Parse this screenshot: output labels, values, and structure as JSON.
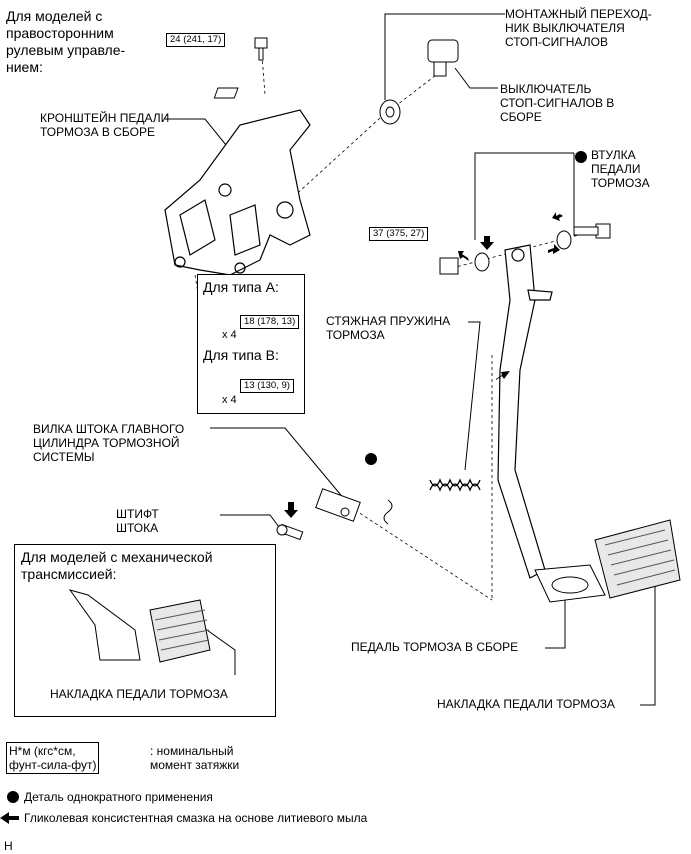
{
  "labels": {
    "rhd_models": "Для моделей с\nправосторонним\nрулевым управле-\nнием:",
    "pedal_bracket": "КРОНШТЕЙН ПЕДАЛИ\nТОРМОЗА В СБОРЕ",
    "switch_adapter": "МОНТАЖНЫЙ ПЕРЕХОД-\nНИК ВЫКЛЮЧАТЕЛЯ\nСТОП-СИГНАЛОВ",
    "stop_switch": "ВЫКЛЮЧАТЕЛЬ\nСТОП-СИГНАЛОВ В\nСБОРЕ",
    "pedal_bushing": "ВТУЛКА\nПЕДАЛИ\nТОРМОЗА",
    "return_spring": "СТЯЖНАЯ ПРУЖИНА\nТОРМОЗА",
    "push_rod_clevis": "ВИЛКА ШТОКА ГЛАВНОГО\nЦИЛИНДРА ТОРМОЗНОЙ\nСИСТЕМЫ",
    "push_rod_pin": "ШТИФТ\nШТОКА",
    "mt_models": "Для моделей с механической\nтрансмиссией:",
    "pedal_pad_mt": "НАКЛАДКА ПЕДАЛИ ТОРМОЗА",
    "pedal_assy": "ПЕДАЛЬ ТОРМОЗА В СБОРЕ",
    "pedal_pad": "НАКЛАДКА ПЕДАЛИ ТОРМОЗА",
    "type_a": "Для типа А:",
    "type_b": "Для типа В:",
    "x4_a": "x 4",
    "x4_b": "x 4",
    "figure_code": "H"
  },
  "torques": {
    "bracket_bolt": "24 (241, 17)",
    "pivot_nut": "37 (375, 27)",
    "type_a_nut": "18 (178, 13)",
    "type_b_nut": "13 (130, 9)"
  },
  "legend": {
    "torque_units": "Н*м (кгс*см,\nфунт-сила-фут)",
    "torque_desc": ": номинальный\nмомент затяжки",
    "non_reusable": "Деталь однократного применения",
    "grease": "Гликолевая консистентная смазка на основе литиевого мыла"
  },
  "icons": {
    "non_reusable": "filled-circle-icon",
    "grease": "arrow-left-icon"
  }
}
